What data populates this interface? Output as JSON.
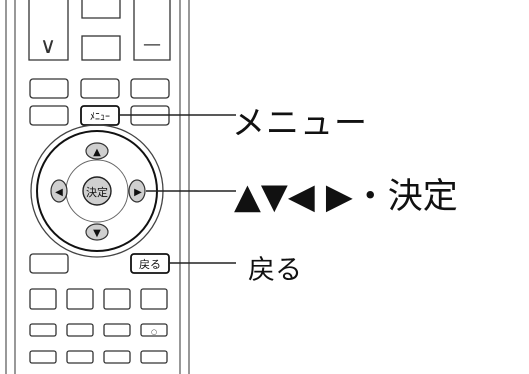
{
  "remote": {
    "menu_key_label": "ﾒﾆｭｰ",
    "enter_key_label": "決定",
    "back_key_label": "戻る",
    "up_arrow": "▲",
    "down_arrow": "▼",
    "left_arrow": "◀",
    "right_arrow": "▶",
    "minus_symbol": "—",
    "chevron_symbol": "∨",
    "dot_symbol": "○"
  },
  "callouts": {
    "menu": "メニュー",
    "nav": "▲▼◀ ▶・決定",
    "back": "戻る"
  }
}
